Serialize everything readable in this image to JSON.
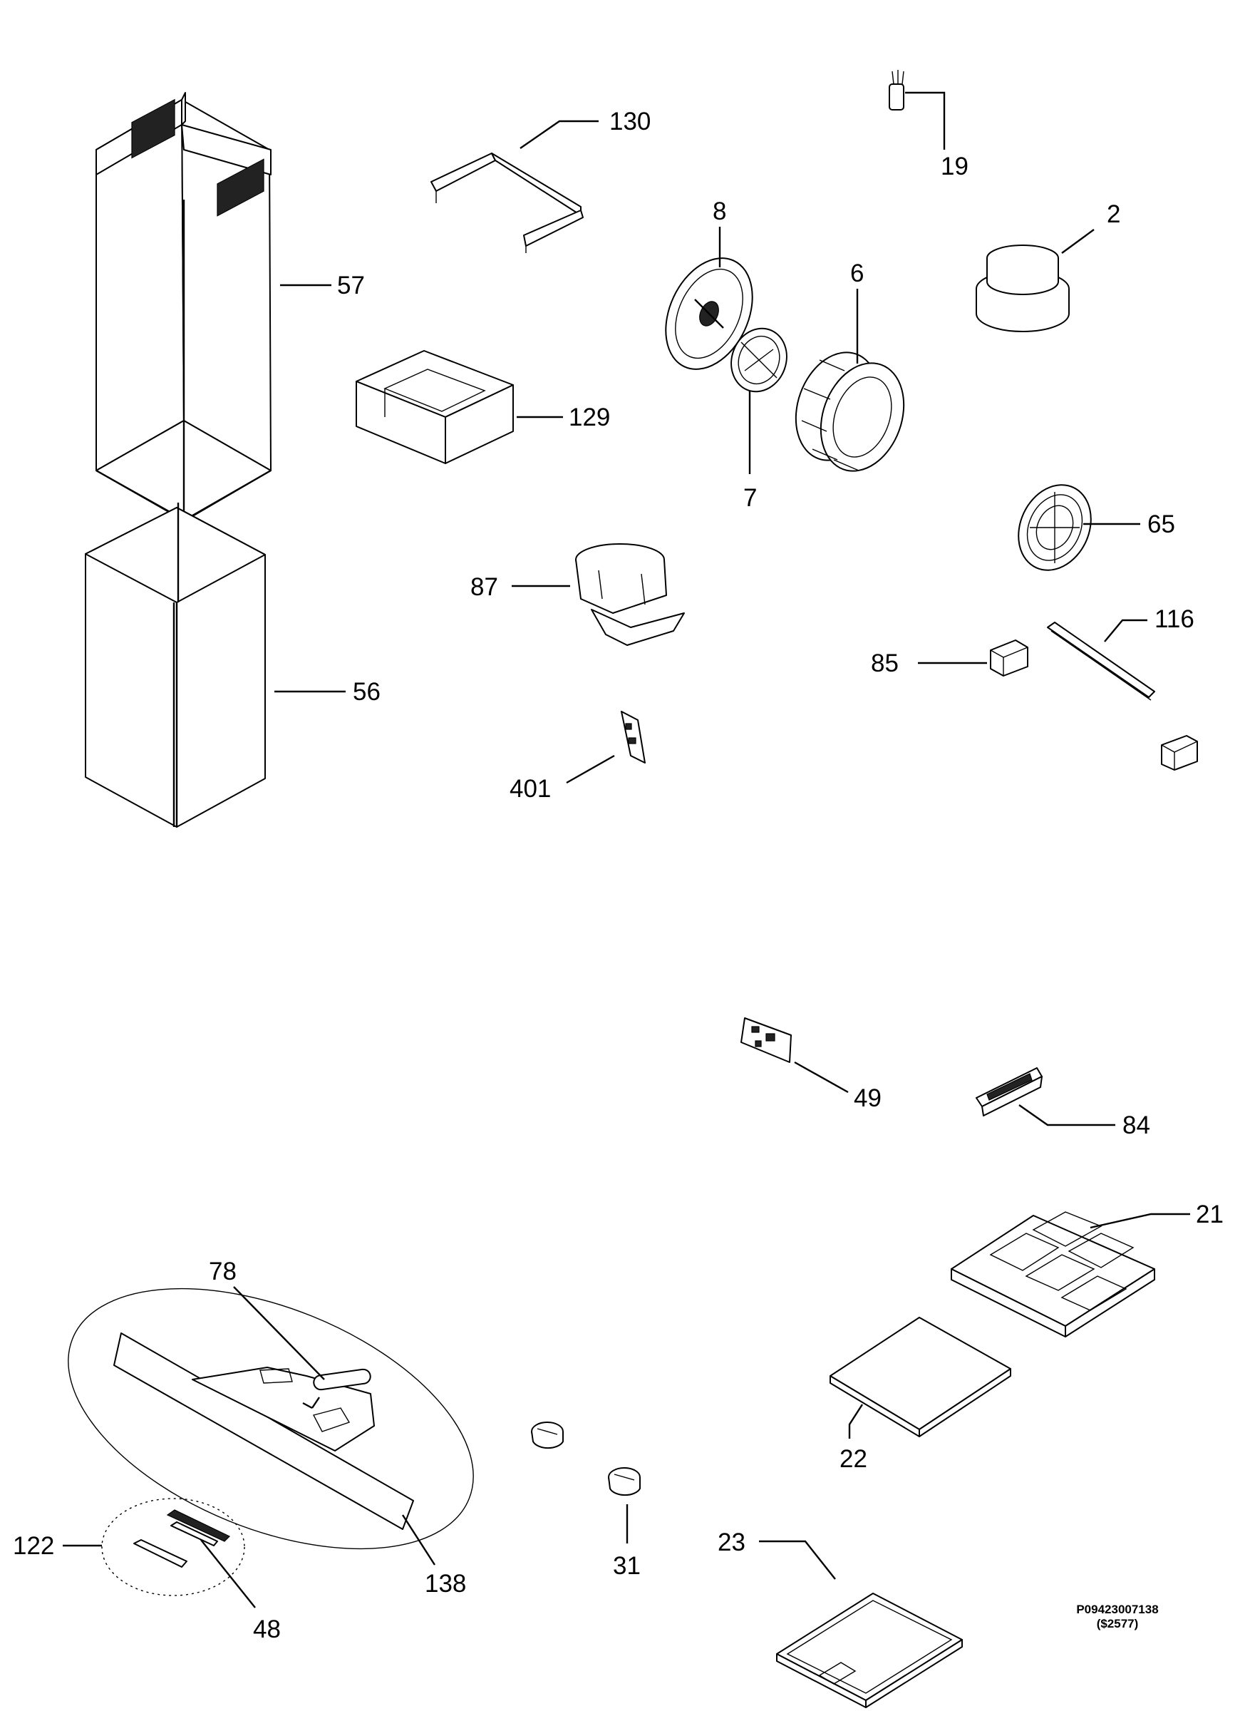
{
  "labels": {
    "p2": "2",
    "p6": "6",
    "p7": "7",
    "p8": "8",
    "p19": "19",
    "p21": "21",
    "p22": "22",
    "p23": "23",
    "p31": "31",
    "p48": "48",
    "p49": "49",
    "p56": "56",
    "p57": "57",
    "p65": "65",
    "p78": "78",
    "p84": "84",
    "p85": "85",
    "p87": "87",
    "p116": "116",
    "p122": "122",
    "p129": "129",
    "p130": "130",
    "p138": "138",
    "p401": "401"
  },
  "footer": {
    "code": "P09423007138",
    "sub": "($2577)"
  }
}
